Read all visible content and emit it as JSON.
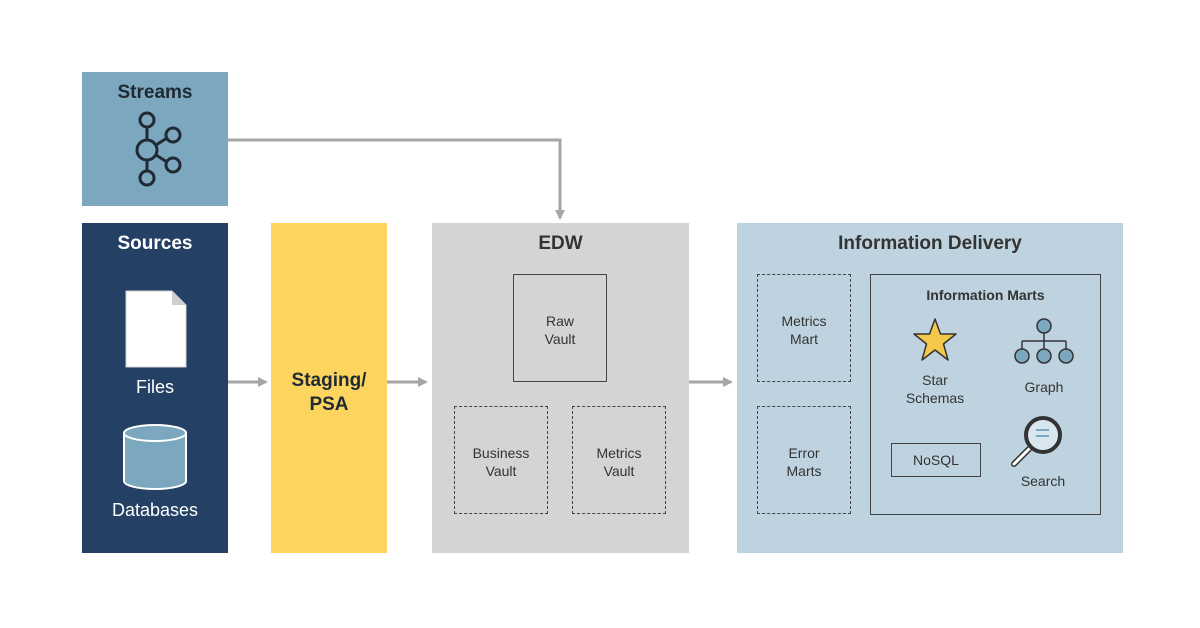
{
  "streams": {
    "title": "Streams",
    "icon": "kafka-network-icon"
  },
  "sources": {
    "title": "Sources",
    "files_label": "Files",
    "databases_label": "Databases",
    "file_icon": "file-icon",
    "database_icon": "database-icon"
  },
  "staging": {
    "title": "Staging/\nPSA"
  },
  "edw": {
    "title": "EDW",
    "raw_vault": "Raw\nVault",
    "business_vault": "Business\nVault",
    "metrics_vault": "Metrics\nVault"
  },
  "delivery": {
    "title": "Information Delivery",
    "metrics_mart": "Metrics\nMart",
    "error_marts": "Error\nMarts",
    "info_marts": {
      "title": "Information Marts",
      "star_schemas": "Star\nSchemas",
      "graph": "Graph",
      "nosql": "NoSQL",
      "search": "Search",
      "icons": [
        "star-icon",
        "graph-icon",
        "search-icon"
      ]
    }
  },
  "colors": {
    "streams_bg": "#7ba7bf",
    "sources_bg": "#244064",
    "staging_bg": "#fcd45e",
    "edw_bg": "#d4d4d4",
    "delivery_bg": "#bed3df",
    "arrow": "#a6a6a6",
    "star": "#f4c84a",
    "graph_node": "#7ba7bf"
  }
}
